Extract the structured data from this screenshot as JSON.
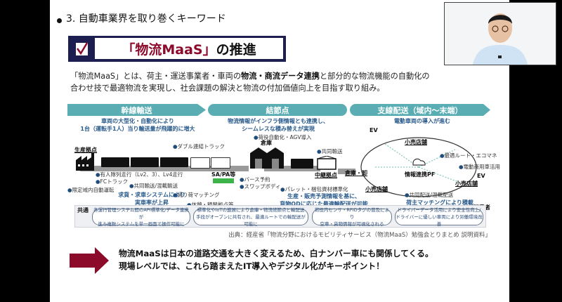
{
  "slide": {
    "heading": "3. 自動車業界を取り巻くキーワード",
    "title": {
      "highlight": "「物流MaaS」",
      "rest": "の推進",
      "checkbox_icon": "checkmark-icon"
    },
    "intro": {
      "line1_a": "「物流MaaS」とは、荷主・運送事業者・車両の",
      "line1_bold": "物流・商流データ連携",
      "line1_b": "と部分的な物流機能の自動化の",
      "line2": "合わせ技で最適物流を実現し、社会課題の解決と物流の付加価値向上を目指す取り組み。"
    },
    "diagram": {
      "sections": [
        {
          "label": "幹線輸送",
          "note_line1": "車両の大型化・自動化により",
          "note_line2": "1台（運転手1人）当り輸送量が飛躍的に増大"
        },
        {
          "label": "結節点",
          "note_line1": "物流情報がインフラ側情報とも連携し、",
          "note_line2": "シームレスな積み替えが実現"
        },
        {
          "label": "支線配送（域内〜末端）",
          "note_line1": "電動車両の導入が進む",
          "note_line2": ""
        }
      ],
      "locations": {
        "production_base": "生産拠点",
        "warehouse": "倉庫",
        "relay_base": "中継拠点",
        "sapa": "SA/PA等",
        "warehouse_wholesale": "倉庫・卸",
        "retail_1": "小売店舗",
        "retail_2": "小売店舗",
        "retail_3": "小売店舗",
        "info_pf": "情報連携PF",
        "consumer": "消費者",
        "ev_1": "EV",
        "ev_2": "EV"
      },
      "bullets": {
        "double_truck": "ダブル連結トラック",
        "platooning": "有人隊列走行（Lv2、3）、Lv4走行",
        "fc_truck": "FCトラック",
        "limited_area": "限定域内自動運転",
        "joint_delivery_1": "共同輸送/混載輸送",
        "return_matching": "帰り荷マッチング",
        "rest_transfer": "休憩・積替拠点等",
        "cargo_automation": "荷役自動化・AGV導入",
        "berth_reservation": "バース予約",
        "swap_body": "スワップボディ",
        "joint_delivery_2": "共同輸送",
        "pallet_standard": "パレット・梱包資材標準化",
        "optimal_route": "最適ルート・エコマネ",
        "ev_use": "電動商用車活用",
        "joint_delivery_3": "共同配送/混載配送"
      },
      "callouts": {
        "matching_line1": "求貨・求車システムにより",
        "matching_line2": "実車率が上昇",
        "forecast_line1": "生産・販売予測情報を基に、",
        "forecast_line2": "貨物ODに応じた最適輸配送が可能に",
        "shipper_matching": "荷主マッチングにより積載率が上昇"
      },
      "common": {
        "label": "共通",
        "items": [
          {
            "line1": "各運行管理システム間のAPI標準化/データ連携が",
            "line2": "進み複数システムを単一画面で操作可能に"
          },
          {
            "line1": "標準化やIoTの進展により倉庫・物流結節点と輸配送",
            "line2": "手段がオープンに共有され、最適ルートでの輸配送が可能に"
          },
          {
            "line1": "荷役内センサ・RFIDタグの普及により",
            "line2": "空車・貨物情報が可視化される"
          },
          {
            "line1": "ドライバーデータ活用により安全性向上/",
            "line2": "ドライバーに優しい車両により労働環境改善"
          }
        ]
      }
    },
    "source": "出典：経産省「物流分野におけるモビリティサービス（物流MaaS）勉強会とりまとめ 説明資料」",
    "conclusion": {
      "arrow_icon": "right-arrow-icon",
      "line1": "物流MaaSは日本の道路交通を大きく変えるため、白ナンバー車にも関係してくる。",
      "line2": "現場レベルでは、これら踏まえたIT導入やデジタル化がキーポイント！"
    }
  },
  "colors": {
    "accent_red": "#8c0a2a",
    "navy": "#1c1f4f",
    "teal_band": "#5aaeb3",
    "note_blue": "#2a5b8c"
  },
  "webcam": {
    "label": "presenter-video"
  }
}
